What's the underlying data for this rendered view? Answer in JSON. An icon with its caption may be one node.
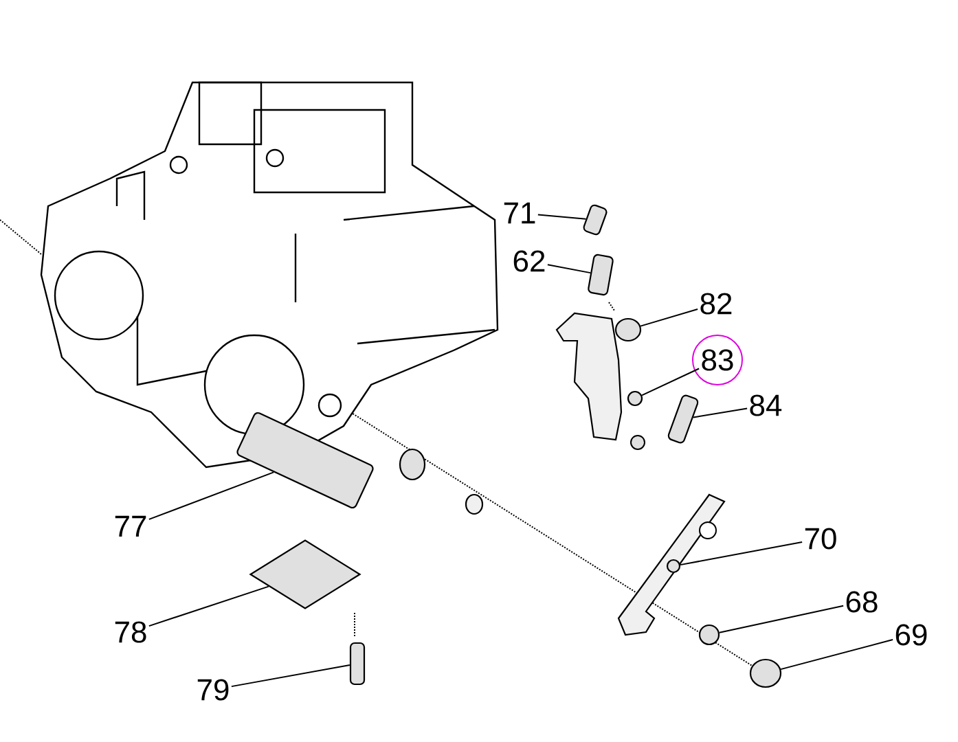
{
  "diagram": {
    "nodes": [
      {
        "text": [
          "71"
        ]
      },
      {
        "text": [
          "62"
        ]
      },
      {
        "text": [
          "82"
        ]
      },
      {
        "text": [
          "83"
        ]
      },
      {
        "text": [
          "84"
        ]
      },
      {
        "text": [
          "77"
        ]
      },
      {
        "text": [
          "78"
        ]
      },
      {
        "text": [
          "79"
        ]
      },
      {
        "text": [
          "70"
        ]
      },
      {
        "text": [
          "68"
        ]
      },
      {
        "text": [
          "69"
        ]
      },
      {
        "text": [],
        "shape": "box"
      },
      {
        "text": [],
        "shape": "box"
      },
      {
        "text": [],
        "shape": "circle"
      },
      {
        "text": [],
        "shape": "circle"
      },
      {
        "text": [],
        "shape": "box"
      },
      {
        "text": [],
        "shape": "box"
      },
      {
        "text": [],
        "shape": "diamond"
      },
      {
        "text": [],
        "shape": "box"
      },
      {
        "text": [],
        "shape": "circle"
      },
      {
        "text": [],
        "shape": "circle"
      },
      {
        "text": [],
        "shape": "circle"
      }
    ],
    "edges": [
      {
        "from": 0,
        "to": 11,
        "arrow": "none"
      },
      {
        "from": 1,
        "to": 12,
        "arrow": "none"
      },
      {
        "from": 2,
        "to": 13,
        "arrow": "none"
      },
      {
        "from": 3,
        "to": 14,
        "arrow": "none"
      },
      {
        "from": 4,
        "to": 15,
        "arrow": "none"
      },
      {
        "from": 5,
        "to": 16,
        "arrow": "none"
      },
      {
        "from": 6,
        "to": 17,
        "arrow": "none"
      },
      {
        "from": 7,
        "to": 18,
        "arrow": "none"
      },
      {
        "from": 8,
        "to": 19,
        "arrow": "none"
      },
      {
        "from": 9,
        "to": 20,
        "arrow": "none"
      },
      {
        "from": 10,
        "to": 21,
        "arrow": "none"
      }
    ]
  }
}
